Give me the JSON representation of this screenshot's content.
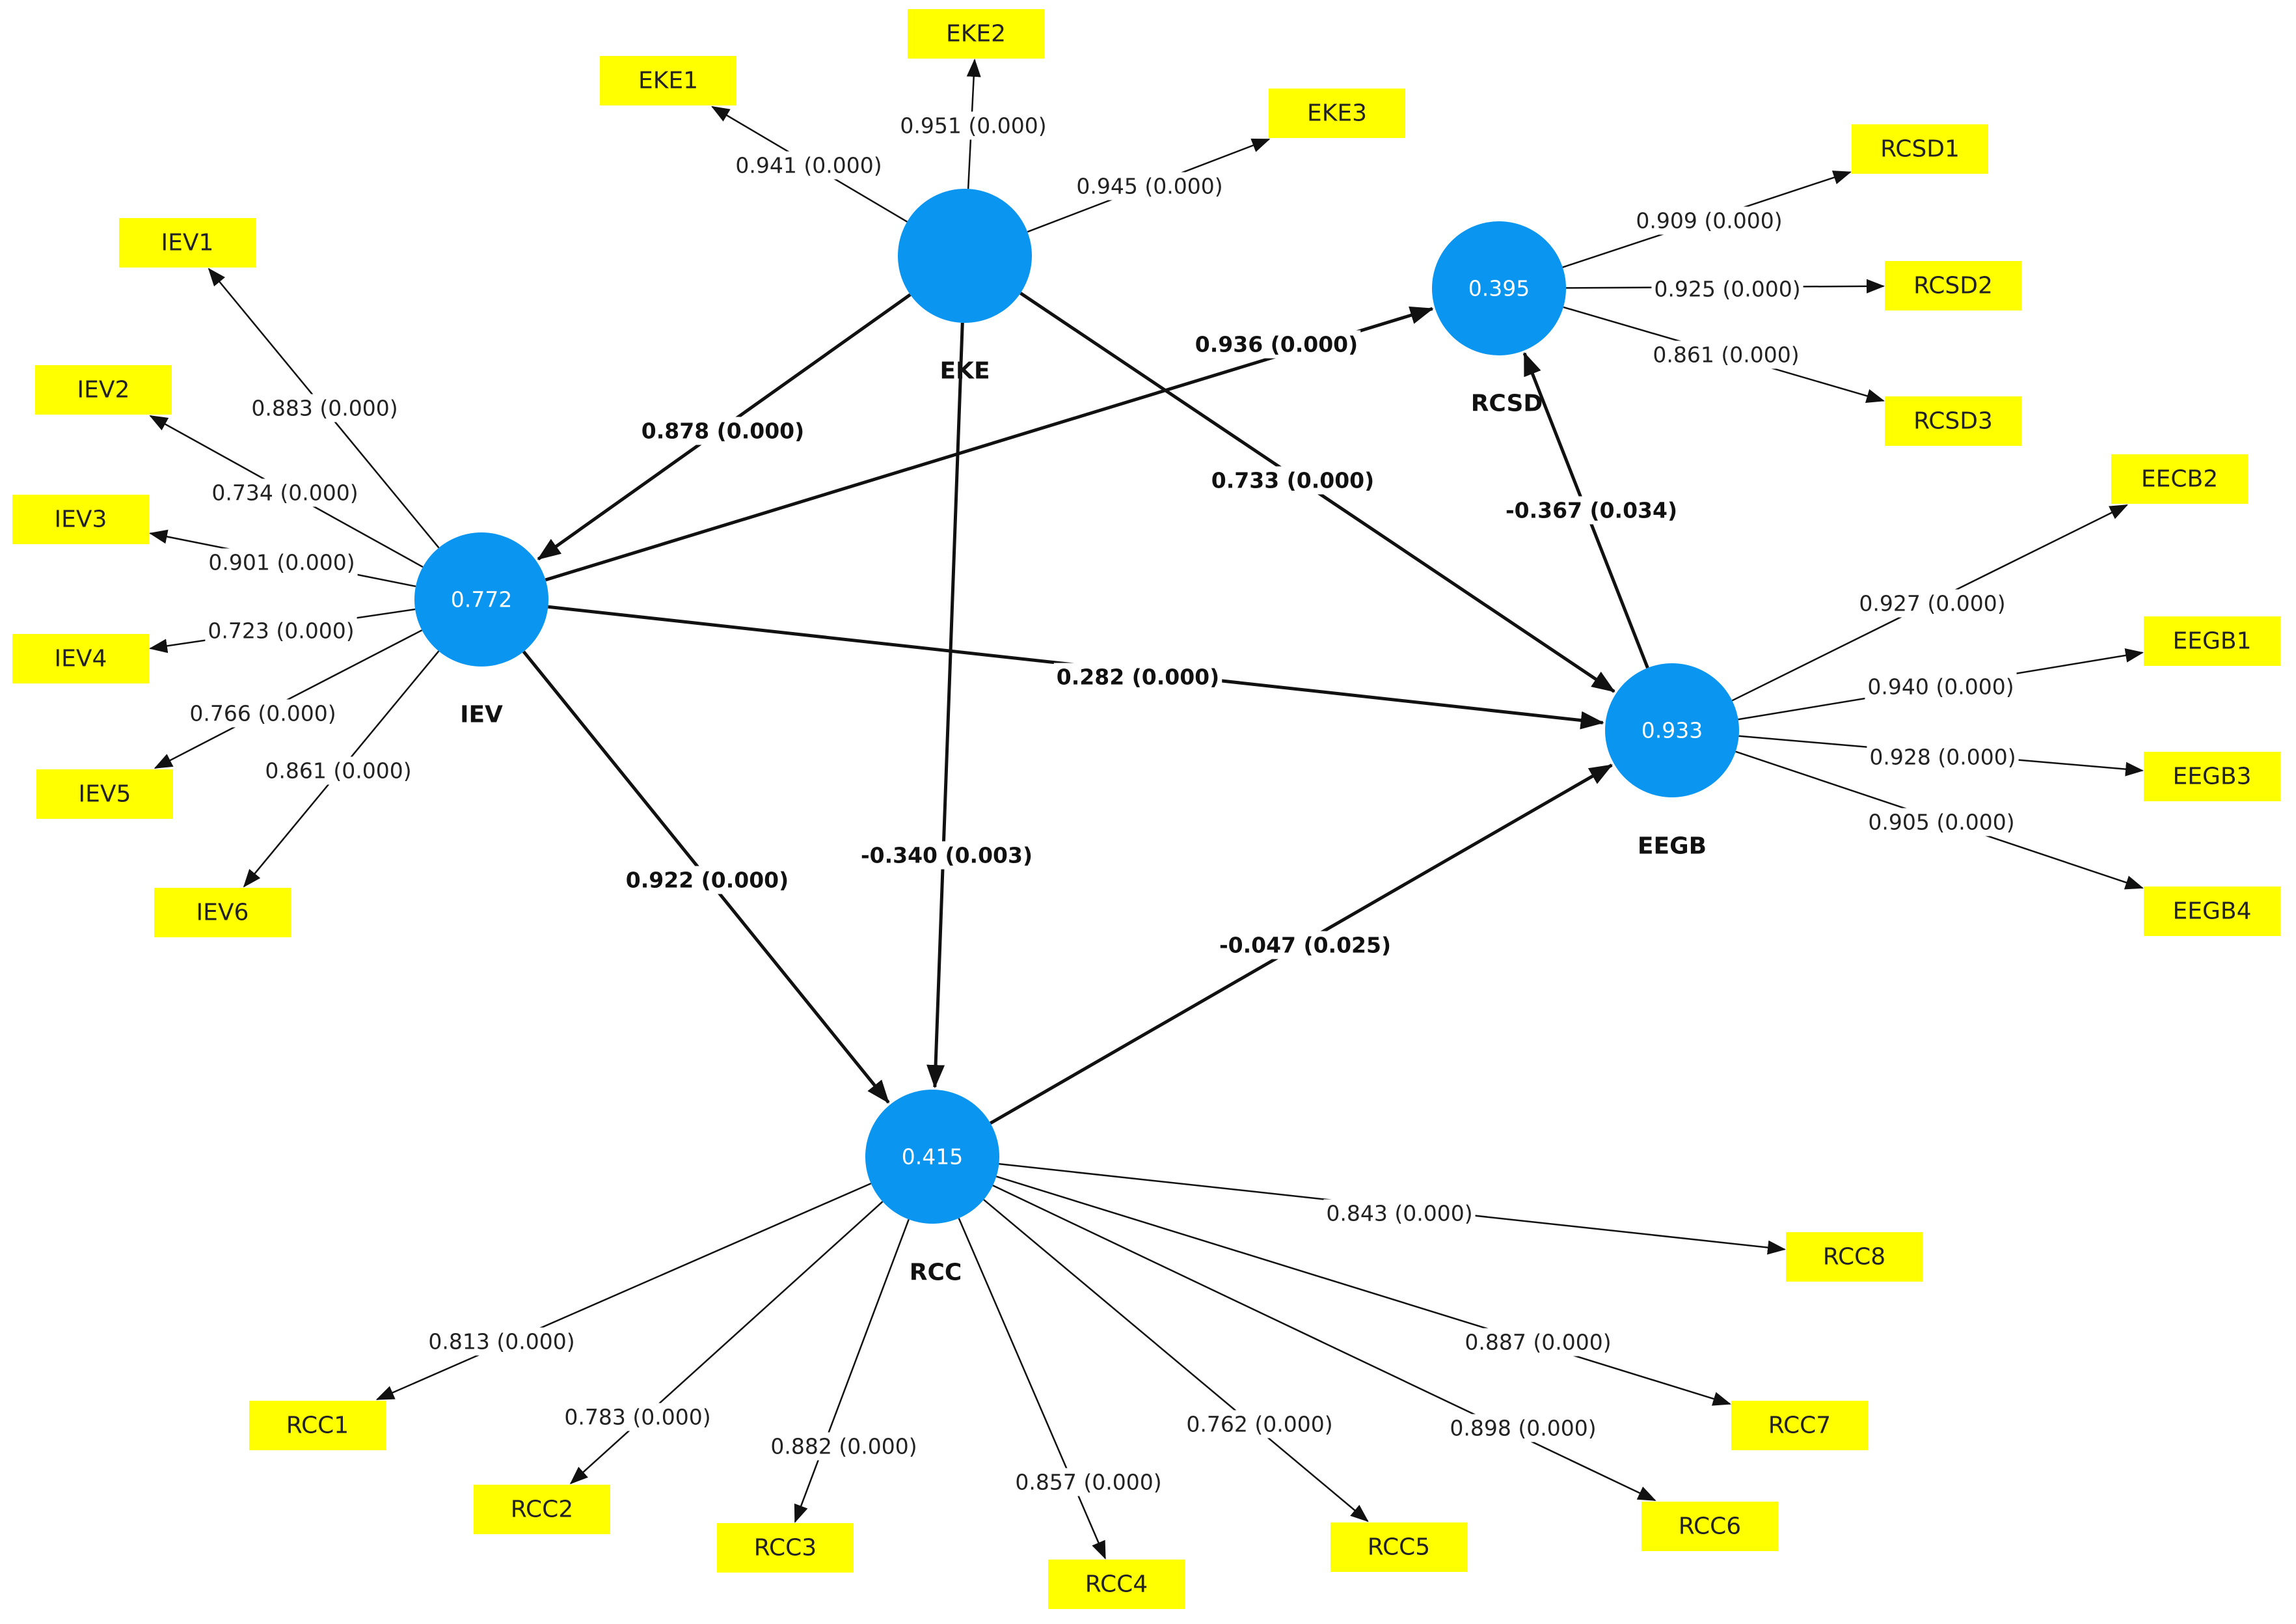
{
  "colors": {
    "construct": "#0a96f0",
    "indicator": "#ffff00",
    "arrow": "#111111"
  },
  "constructs": [
    {
      "id": "EKE",
      "label": "EKE",
      "r2": ""
    },
    {
      "id": "IEV",
      "label": "IEV",
      "r2": "0.772"
    },
    {
      "id": "RCSD",
      "label": "RCSD",
      "r2": "0.395"
    },
    {
      "id": "EEGB",
      "label": "EEGB",
      "r2": "0.933"
    },
    {
      "id": "RCC",
      "label": "RCC",
      "r2": "0.415"
    }
  ],
  "paths": [
    {
      "from": "EKE",
      "to": "IEV",
      "label": "0.878 (0.000)"
    },
    {
      "from": "EKE",
      "to": "EEGB",
      "label": "0.733 (0.000)"
    },
    {
      "from": "EKE",
      "to": "RCC",
      "label": "-0.340 (0.003)"
    },
    {
      "from": "IEV",
      "to": "RCSD",
      "label": "0.936 (0.000)"
    },
    {
      "from": "IEV",
      "to": "EEGB",
      "label": "0.282 (0.000)"
    },
    {
      "from": "IEV",
      "to": "RCC",
      "label": "0.922 (0.000)"
    },
    {
      "from": "EEGB",
      "to": "RCSD",
      "label": "-0.367 (0.034)"
    },
    {
      "from": "RCC",
      "to": "EEGB",
      "label": "-0.047 (0.025)"
    }
  ],
  "loadings": [
    {
      "construct": "EKE",
      "indicator": "EKE1",
      "label": "0.941 (0.000)"
    },
    {
      "construct": "EKE",
      "indicator": "EKE2",
      "label": "0.951 (0.000)"
    },
    {
      "construct": "EKE",
      "indicator": "EKE3",
      "label": "0.945 (0.000)"
    },
    {
      "construct": "IEV",
      "indicator": "IEV1",
      "label": "0.883 (0.000)"
    },
    {
      "construct": "IEV",
      "indicator": "IEV2",
      "label": "0.734 (0.000)"
    },
    {
      "construct": "IEV",
      "indicator": "IEV3",
      "label": "0.901 (0.000)"
    },
    {
      "construct": "IEV",
      "indicator": "IEV4",
      "label": "0.723 (0.000)"
    },
    {
      "construct": "IEV",
      "indicator": "IEV5",
      "label": "0.766 (0.000)"
    },
    {
      "construct": "IEV",
      "indicator": "IEV6",
      "label": "0.861 (0.000)"
    },
    {
      "construct": "RCSD",
      "indicator": "RCSD1",
      "label": "0.909 (0.000)"
    },
    {
      "construct": "RCSD",
      "indicator": "RCSD2",
      "label": "0.925 (0.000)"
    },
    {
      "construct": "RCSD",
      "indicator": "RCSD3",
      "label": "0.861 (0.000)"
    },
    {
      "construct": "EEGB",
      "indicator": "EECB2",
      "label": "0.927 (0.000)"
    },
    {
      "construct": "EEGB",
      "indicator": "EEGB1",
      "label": "0.940 (0.000)"
    },
    {
      "construct": "EEGB",
      "indicator": "EEGB3",
      "label": "0.928 (0.000)"
    },
    {
      "construct": "EEGB",
      "indicator": "EEGB4",
      "label": "0.905 (0.000)"
    },
    {
      "construct": "RCC",
      "indicator": "RCC8",
      "label": "0.843 (0.000)"
    },
    {
      "construct": "RCC",
      "indicator": "RCC7",
      "label": "0.887 (0.000)"
    },
    {
      "construct": "RCC",
      "indicator": "RCC6",
      "label": "0.898 (0.000)"
    },
    {
      "construct": "RCC",
      "indicator": "RCC5",
      "label": "0.762 (0.000)"
    },
    {
      "construct": "RCC",
      "indicator": "RCC4",
      "label": "0.857 (0.000)"
    },
    {
      "construct": "RCC",
      "indicator": "RCC3",
      "label": "0.882 (0.000)"
    },
    {
      "construct": "RCC",
      "indicator": "RCC2",
      "label": "0.783 (0.000)"
    },
    {
      "construct": "RCC",
      "indicator": "RCC1",
      "label": "0.813 (0.000)"
    }
  ]
}
